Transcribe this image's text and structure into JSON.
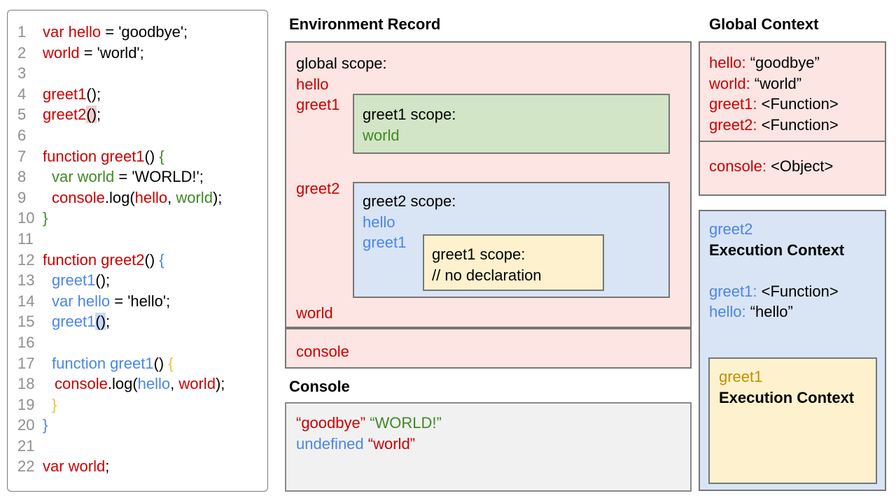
{
  "colors": {
    "red": "#cc0000",
    "blue": "#4a86e8",
    "green": "#3f8a24",
    "gold": "#f1c232",
    "gold_dark": "#bf9000",
    "line_number_gray": "#8f8f8f",
    "pink_bg": "#fce5e2",
    "green_bg": "#d2e5c6",
    "blue_bg": "#d9e4f5",
    "yellow_bg": "#fdf2cd",
    "console_bg": "#f1f1f1",
    "border_gray": "#777777",
    "highlight_pink": "#f4cccc",
    "highlight_blue": "#c9daf8"
  },
  "code_panel": {
    "lines": [
      {
        "num": "1",
        "toks": [
          {
            "t": "var hello",
            "c": "red"
          },
          {
            "t": " = 'goodbye';"
          }
        ]
      },
      {
        "num": "2",
        "toks": [
          {
            "t": "world",
            "c": "red"
          },
          {
            "t": " = 'world';"
          }
        ]
      },
      {
        "num": "3",
        "toks": []
      },
      {
        "num": "4",
        "toks": [
          {
            "t": "greet1",
            "c": "red"
          },
          {
            "t": "();"
          }
        ]
      },
      {
        "num": "5",
        "toks": [
          {
            "t": "greet2",
            "c": "red"
          },
          {
            "t": "()",
            "hl": "pink"
          },
          {
            "t": ";"
          }
        ]
      },
      {
        "num": "6",
        "toks": []
      },
      {
        "num": "7",
        "toks": [
          {
            "t": "function greet1",
            "c": "red"
          },
          {
            "t": "() "
          },
          {
            "t": "{",
            "c": "green"
          }
        ]
      },
      {
        "num": "8",
        "ind": 13,
        "toks": [
          {
            "t": "var world",
            "c": "green"
          },
          {
            "t": " = 'WORLD!';"
          }
        ]
      },
      {
        "num": "9",
        "ind": 13,
        "toks": [
          {
            "t": "console",
            "c": "red"
          },
          {
            "t": ".log("
          },
          {
            "t": "hello",
            "c": "red"
          },
          {
            "t": ", "
          },
          {
            "t": "world",
            "c": "green"
          },
          {
            "t": ");"
          }
        ]
      },
      {
        "num": "10",
        "toks": [
          {
            "t": "}",
            "c": "green"
          }
        ]
      },
      {
        "num": "11",
        "toks": []
      },
      {
        "num": "12",
        "toks": [
          {
            "t": "function greet2",
            "c": "red"
          },
          {
            "t": "() "
          },
          {
            "t": "{",
            "c": "blue"
          }
        ]
      },
      {
        "num": "13",
        "ind": 13,
        "toks": [
          {
            "t": "greet1",
            "c": "blue"
          },
          {
            "t": "();"
          }
        ]
      },
      {
        "num": "14",
        "ind": 13,
        "toks": [
          {
            "t": "var hello",
            "c": "blue"
          },
          {
            "t": " = 'hello';"
          }
        ]
      },
      {
        "num": "15",
        "ind": 13,
        "toks": [
          {
            "t": "greet1",
            "c": "blue"
          },
          {
            "t": "()",
            "hl": "blue"
          },
          {
            "t": ";"
          }
        ]
      },
      {
        "num": "16",
        "toks": []
      },
      {
        "num": "17",
        "ind": 13,
        "toks": [
          {
            "t": "function greet1",
            "c": "blue"
          },
          {
            "t": "() "
          },
          {
            "t": "{",
            "c": "gold"
          }
        ]
      },
      {
        "num": "18",
        "ind": 17,
        "toks": [
          {
            "t": "console",
            "c": "red"
          },
          {
            "t": ".log("
          },
          {
            "t": "hello",
            "c": "blue"
          },
          {
            "t": ", "
          },
          {
            "t": "world",
            "c": "red"
          },
          {
            "t": ");"
          }
        ]
      },
      {
        "num": "19",
        "ind": 13,
        "toks": [
          {
            "t": "}",
            "c": "gold"
          }
        ]
      },
      {
        "num": "20",
        "toks": [
          {
            "t": "}",
            "c": "blue"
          }
        ]
      },
      {
        "num": "21",
        "toks": []
      },
      {
        "num": "22",
        "toks": [
          {
            "t": "var world",
            "c": "red"
          },
          {
            "t": ";"
          }
        ]
      }
    ]
  },
  "environment_record": {
    "title": "Environment Record",
    "global_scope_lines": [
      {
        "toks": [
          {
            "t": "global scope:"
          }
        ]
      },
      {
        "toks": [
          {
            "t": "hello",
            "c": "red"
          }
        ]
      },
      {
        "toks": [
          {
            "t": "greet1",
            "c": "red"
          }
        ]
      }
    ],
    "greet1_scope_lines": [
      {
        "toks": [
          {
            "t": "greet1 scope:"
          }
        ]
      },
      {
        "toks": [
          {
            "t": "world",
            "c": "green"
          }
        ]
      }
    ],
    "greet2_label": "greet2",
    "greet2_scope_lines": [
      {
        "toks": [
          {
            "t": "greet2 scope:"
          }
        ]
      },
      {
        "toks": [
          {
            "t": "hello",
            "c": "blue"
          }
        ]
      },
      {
        "toks": [
          {
            "t": "greet1",
            "c": "blue"
          }
        ]
      }
    ],
    "inner_greet1_scope_lines": [
      {
        "toks": [
          {
            "t": "greet1 scope:"
          }
        ]
      },
      {
        "toks": [
          {
            "t": "// no declaration"
          }
        ]
      }
    ],
    "world_label": "world",
    "console_label": "console"
  },
  "console": {
    "title": "Console",
    "lines": [
      {
        "toks": [
          {
            "t": "“goodbye”",
            "c": "red"
          },
          {
            "t": " "
          },
          {
            "t": "“WORLD!”",
            "c": "green"
          }
        ]
      },
      {
        "toks": [
          {
            "t": "undefined",
            "c": "blue"
          },
          {
            "t": " "
          },
          {
            "t": "“world”",
            "c": "red"
          }
        ]
      }
    ]
  },
  "global_context": {
    "title": "Global Context",
    "box1_lines": [
      {
        "toks": [
          {
            "t": "hello:",
            "c": "red"
          },
          {
            "t": " “goodbye”"
          }
        ]
      },
      {
        "toks": [
          {
            "t": "world:",
            "c": "red"
          },
          {
            "t": " “world”"
          }
        ]
      },
      {
        "toks": [
          {
            "t": "greet1:",
            "c": "red"
          },
          {
            "t": " <Function>"
          }
        ]
      },
      {
        "toks": [
          {
            "t": "greet2:",
            "c": "red"
          },
          {
            "t": " <Function>"
          }
        ]
      }
    ],
    "box2_lines": [
      {
        "toks": [
          {
            "t": "console:",
            "c": "red"
          },
          {
            "t": " <Object>"
          }
        ]
      }
    ]
  },
  "greet2_execution_context": {
    "lines": [
      {
        "toks": [
          {
            "t": "greet2",
            "c": "blue"
          }
        ]
      },
      {
        "toks": [
          {
            "t": "Execution Context",
            "b": true
          }
        ]
      },
      {
        "toks": []
      },
      {
        "toks": [
          {
            "t": "greet1:",
            "c": "blue"
          },
          {
            "t": " <Function>"
          }
        ]
      },
      {
        "toks": [
          {
            "t": "hello:",
            "c": "blue"
          },
          {
            "t": " “hello”"
          }
        ]
      }
    ],
    "greet1_lines": [
      {
        "toks": [
          {
            "t": "greet1",
            "c": "gold-dark"
          }
        ]
      },
      {
        "toks": [
          {
            "t": "Execution Context",
            "b": true
          }
        ]
      }
    ]
  }
}
